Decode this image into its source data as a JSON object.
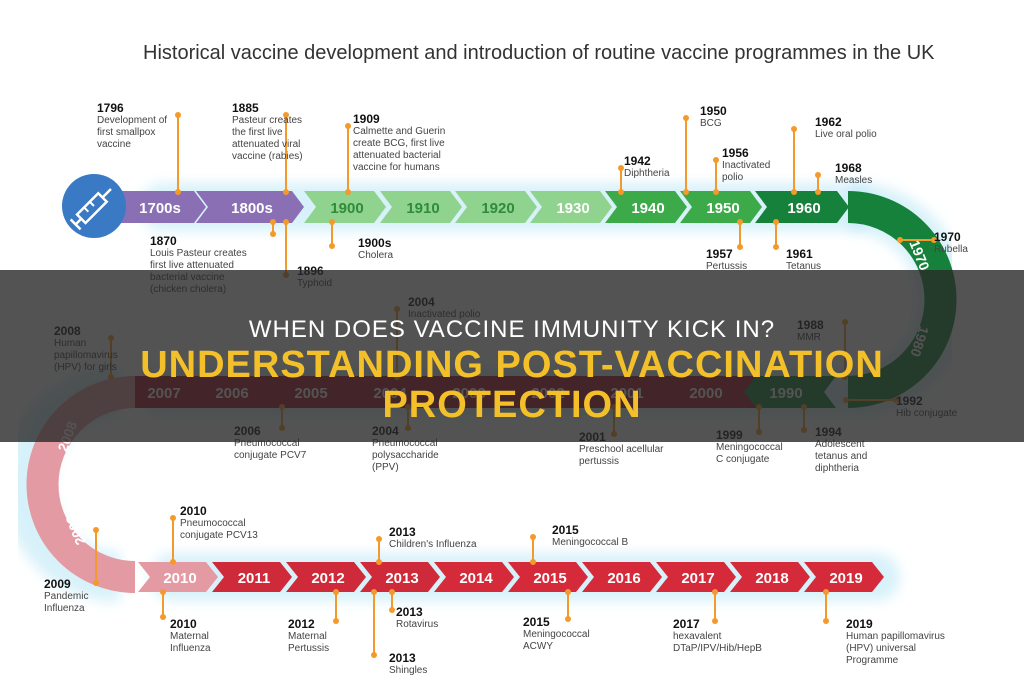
{
  "header": {
    "title": "Historical vaccine development and introduction of routine vaccine programmes in the UK"
  },
  "icon": {
    "name": "syringe-icon",
    "color": "#3a79c4"
  },
  "colors": {
    "connector": "#f39a2b",
    "purple": "#8b6fb5",
    "green_light": "#8fd38f",
    "green_mid": "#3caa48",
    "green_dark": "#16813b",
    "red_dark": "#b0162e",
    "red_mid": "#d52a3a",
    "red_light": "#e49aa3"
  },
  "timeline": {
    "row1": [
      "1700s",
      "1800s",
      "1900",
      "1910",
      "1920",
      "1930",
      "1940",
      "1950",
      "1960"
    ],
    "curve_right": [
      "1970",
      "1980"
    ],
    "row2": [
      "1990",
      "2000",
      "2001",
      "2002",
      "2003",
      "2004",
      "2005",
      "2006",
      "2007"
    ],
    "curve_left": [
      "2008",
      "2009"
    ],
    "row3": [
      "2010",
      "2011",
      "2012",
      "2013",
      "2014",
      "2015",
      "2016",
      "2017",
      "2018",
      "2019"
    ]
  },
  "events": [
    {
      "year": "1796",
      "lines": [
        "Development of",
        "first smallpox",
        "vaccine"
      ]
    },
    {
      "year": "1885",
      "lines": [
        "Pasteur creates",
        "the first live",
        "attenuated viral",
        "vaccine (rabies)"
      ]
    },
    {
      "year": "1909",
      "lines": [
        "Calmette and Guerin",
        "create BCG, first live",
        "attenuated bacterial",
        "vaccine for humans"
      ]
    },
    {
      "year": "1942",
      "lines": [
        "Diphtheria"
      ]
    },
    {
      "year": "1950",
      "lines": [
        "BCG"
      ]
    },
    {
      "year": "1956",
      "lines": [
        "Inactivated",
        "polio"
      ]
    },
    {
      "year": "1962",
      "lines": [
        "Live oral polio"
      ]
    },
    {
      "year": "1968",
      "lines": [
        "Measles"
      ]
    },
    {
      "year": "1970",
      "lines": [
        "Rubella"
      ]
    },
    {
      "year": "1870",
      "lines": [
        "Louis Pasteur creates",
        "first live attenuated",
        "bacterial vaccine",
        "(chicken cholera)"
      ]
    },
    {
      "year": "1896",
      "lines": [
        "Typhoid"
      ]
    },
    {
      "year": "1900s",
      "lines": [
        "Cholera"
      ]
    },
    {
      "year": "1957",
      "lines": [
        "Pertussis"
      ]
    },
    {
      "year": "1961",
      "lines": [
        "Tetanus"
      ]
    },
    {
      "year": "1988",
      "lines": [
        "MMR"
      ]
    },
    {
      "year": "1992",
      "lines": [
        "Hib conjugate"
      ]
    },
    {
      "year": "1994",
      "lines": [
        "Adolescent",
        "tetanus and",
        "diphtheria"
      ]
    },
    {
      "year": "1999",
      "lines": [
        "Meningococcal",
        "C conjugate"
      ]
    },
    {
      "year": "2001",
      "lines": [
        "Preschool acellular",
        "pertussis"
      ]
    },
    {
      "year": "2004",
      "lines": [
        "Pneumococcal",
        "polysaccharide",
        "(PPV)"
      ]
    },
    {
      "year": "2004",
      "lines": [
        "Inactivated polio"
      ]
    },
    {
      "year": "2006",
      "lines": [
        "Pneumococcal",
        "conjugate PCV7"
      ]
    },
    {
      "year": "2008",
      "lines": [
        "Human",
        "papillomavirus",
        "(HPV) for girls"
      ]
    },
    {
      "year": "2009",
      "lines": [
        "Pandemic",
        "Influenza"
      ]
    },
    {
      "year": "2010",
      "lines": [
        "Pneumococcal",
        "conjugate PCV13"
      ]
    },
    {
      "year": "2010",
      "lines": [
        "Maternal",
        "Influenza"
      ]
    },
    {
      "year": "2012",
      "lines": [
        "Maternal",
        "Pertussis"
      ]
    },
    {
      "year": "2013",
      "lines": [
        "Children's Influenza"
      ]
    },
    {
      "year": "2013",
      "lines": [
        "Rotavirus"
      ]
    },
    {
      "year": "2013",
      "lines": [
        "Shingles"
      ]
    },
    {
      "year": "2015",
      "lines": [
        "Meningococcal B"
      ]
    },
    {
      "year": "2015",
      "lines": [
        "Meningococcal",
        "ACWY"
      ]
    },
    {
      "year": "2017",
      "lines": [
        "hexavalent",
        "DTaP/IPV/Hib/HepB"
      ]
    },
    {
      "year": "2019",
      "lines": [
        "Human papillomavirus",
        "(HPV) universal",
        "Programme"
      ]
    }
  ],
  "overlay": {
    "question": "WHEN DOES VACCINE IMMUNITY KICK IN?",
    "answer_line1": "UNDERSTANDING POST-VACCINATION",
    "answer_line2": "PROTECTION"
  }
}
